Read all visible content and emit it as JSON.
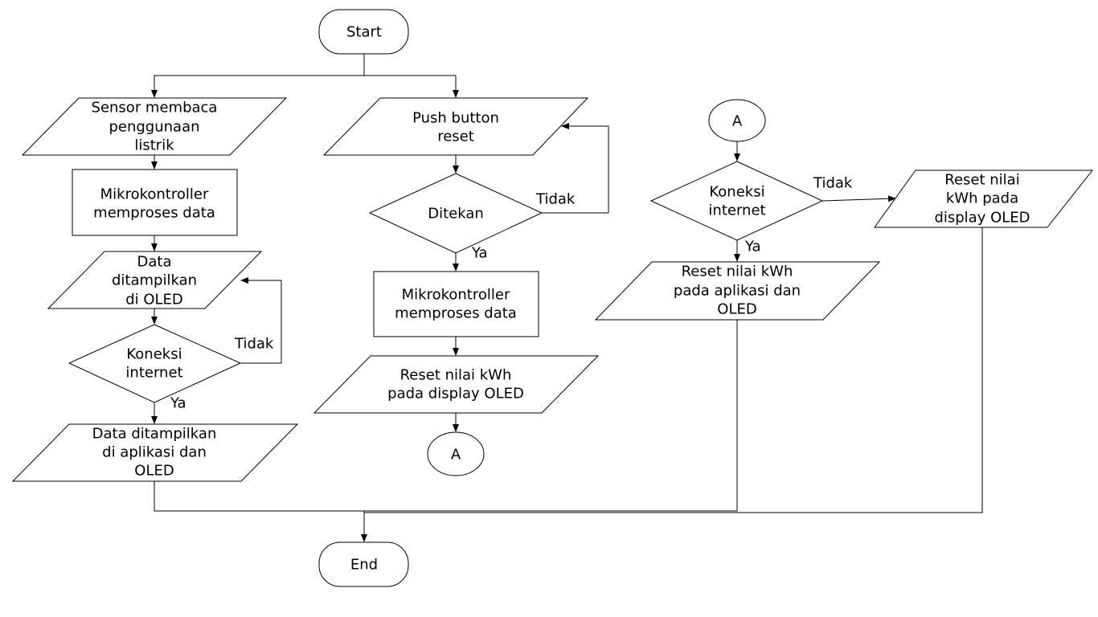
{
  "flowchart": {
    "start": "Start",
    "end": "End",
    "left": {
      "sensor": [
        "Sensor membaca",
        "penggunaan",
        "listrik"
      ],
      "process": [
        "Mikrokontroller",
        "memproses data"
      ],
      "display": [
        "Data",
        "ditampilkan",
        "di OLED"
      ],
      "decision": [
        "Koneksi",
        "internet"
      ],
      "no_label": "Tidak",
      "yes_label": "Ya",
      "output": [
        "Data ditampilkan",
        "di aplikasi dan",
        "OLED"
      ]
    },
    "middle": {
      "input": [
        "Push button",
        "reset"
      ],
      "decision": [
        "Ditekan"
      ],
      "no_label": "Tidak",
      "yes_label": "Ya",
      "process": [
        "Mikrokontroller",
        "memproses data"
      ],
      "output": [
        "Reset nilai kWh",
        "pada display OLED"
      ],
      "connector": "A"
    },
    "right": {
      "connector": "A",
      "decision": [
        "Koneksi",
        "internet"
      ],
      "no_label": "Tidak",
      "yes_label": "Ya",
      "yes_output": [
        "Reset nilai kWh",
        "pada aplikasi dan",
        "OLED"
      ],
      "no_output": [
        "Reset nilai",
        "kWh pada",
        "display OLED"
      ]
    }
  }
}
